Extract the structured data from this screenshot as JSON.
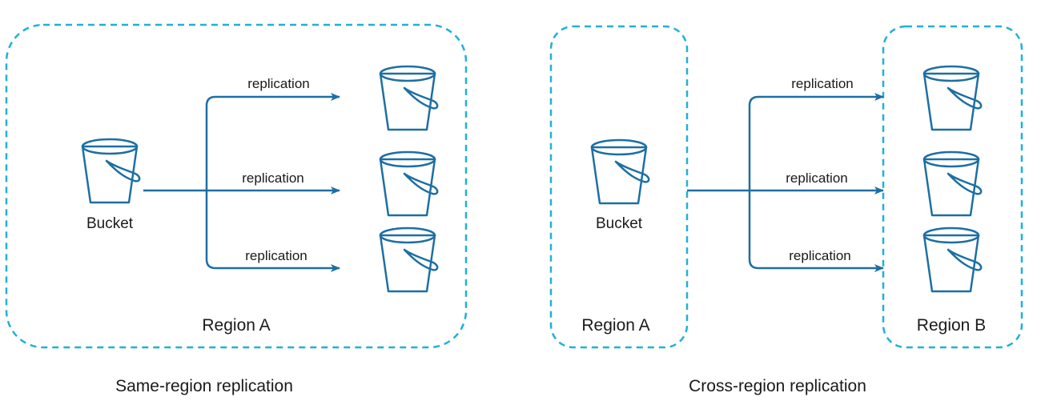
{
  "colors": {
    "region_border": "#1fb1d6",
    "arrow": "#1d6fa3",
    "bucket_outline": "#1d6fa3",
    "text": "#1a1a1a"
  },
  "icons": {
    "bucket": "bucket-icon"
  },
  "same_region": {
    "caption": "Same-region replication",
    "region_label": "Region A",
    "source_label": "Bucket",
    "replication_labels": [
      "replication",
      "replication",
      "replication"
    ]
  },
  "cross_region": {
    "caption": "Cross-region replication",
    "source_region_label": "Region A",
    "target_region_label": "Region B",
    "source_label": "Bucket",
    "replication_labels": [
      "replication",
      "replication",
      "replication"
    ]
  }
}
